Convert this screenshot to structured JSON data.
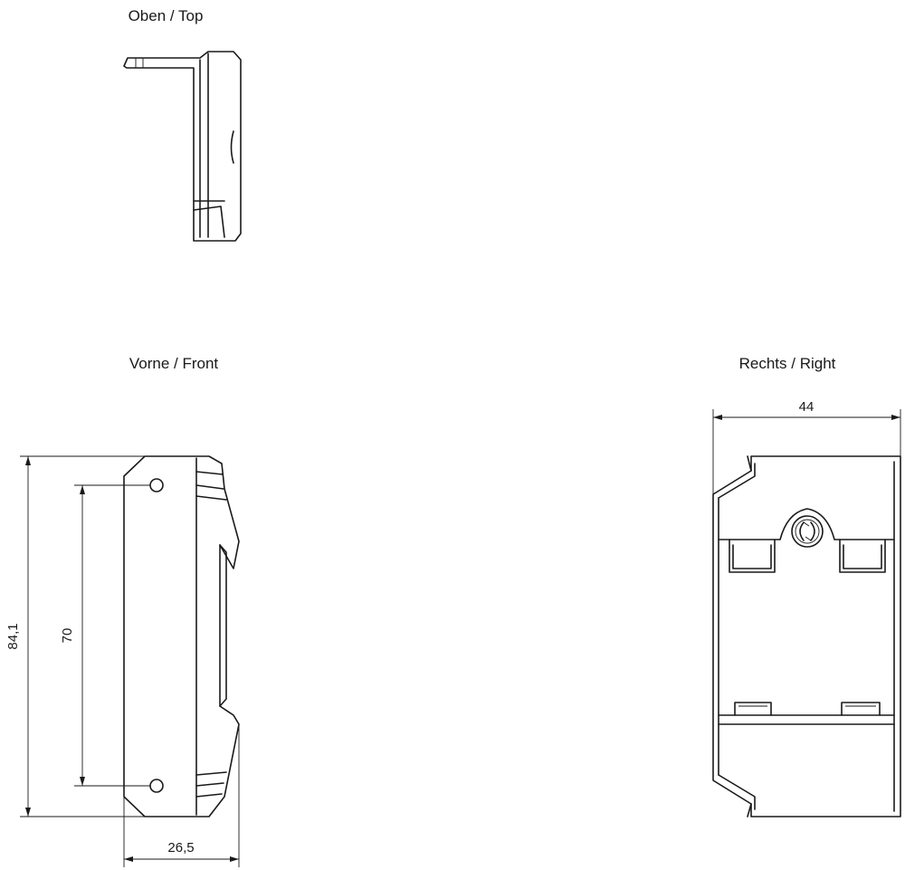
{
  "views": {
    "top": {
      "label": "Oben / Top"
    },
    "front": {
      "label": "Vorne / Front"
    },
    "right": {
      "label": "Rechts / Right"
    }
  },
  "dimensions": {
    "total_height": "84,1",
    "hole_spacing": "70",
    "depth": "26,5",
    "width": "44"
  }
}
